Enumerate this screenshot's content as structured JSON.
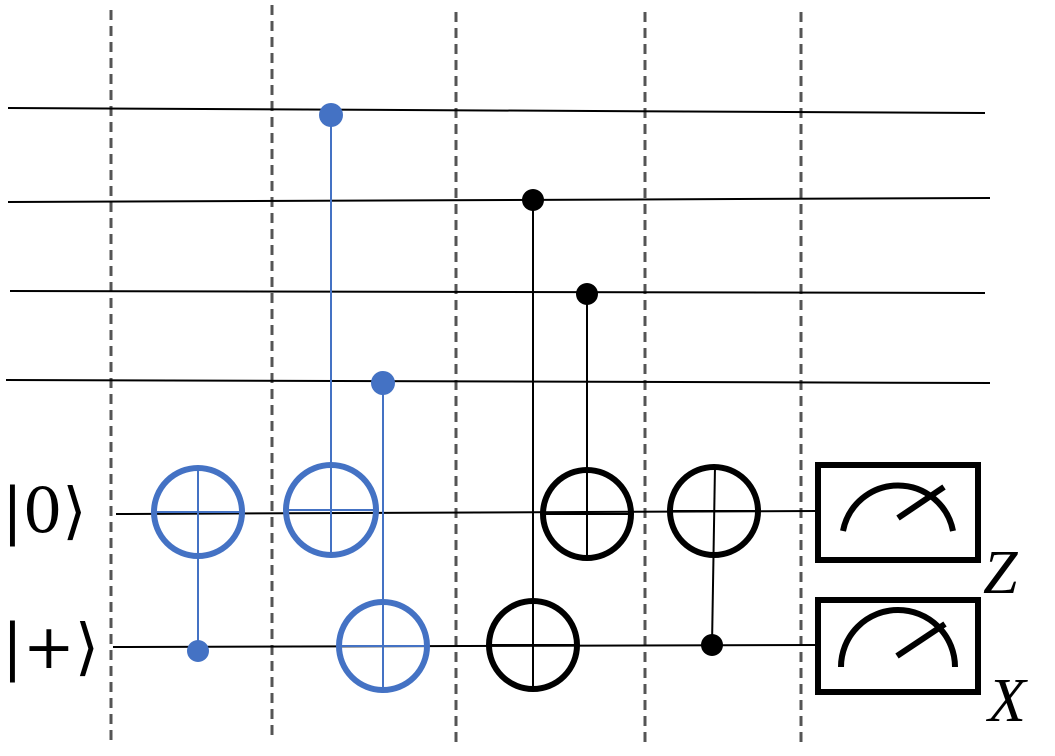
{
  "colors": {
    "blue": "#4472c4",
    "black": "#000000",
    "separator": "#555555",
    "wire": "#000000"
  },
  "inputs": {
    "ancilla_z": "|0⟩",
    "ancilla_x": "|+⟩"
  },
  "measurements": {
    "z_basis": "Z",
    "x_basis": "X"
  },
  "icons": {
    "meter": "measurement-meter-icon"
  }
}
